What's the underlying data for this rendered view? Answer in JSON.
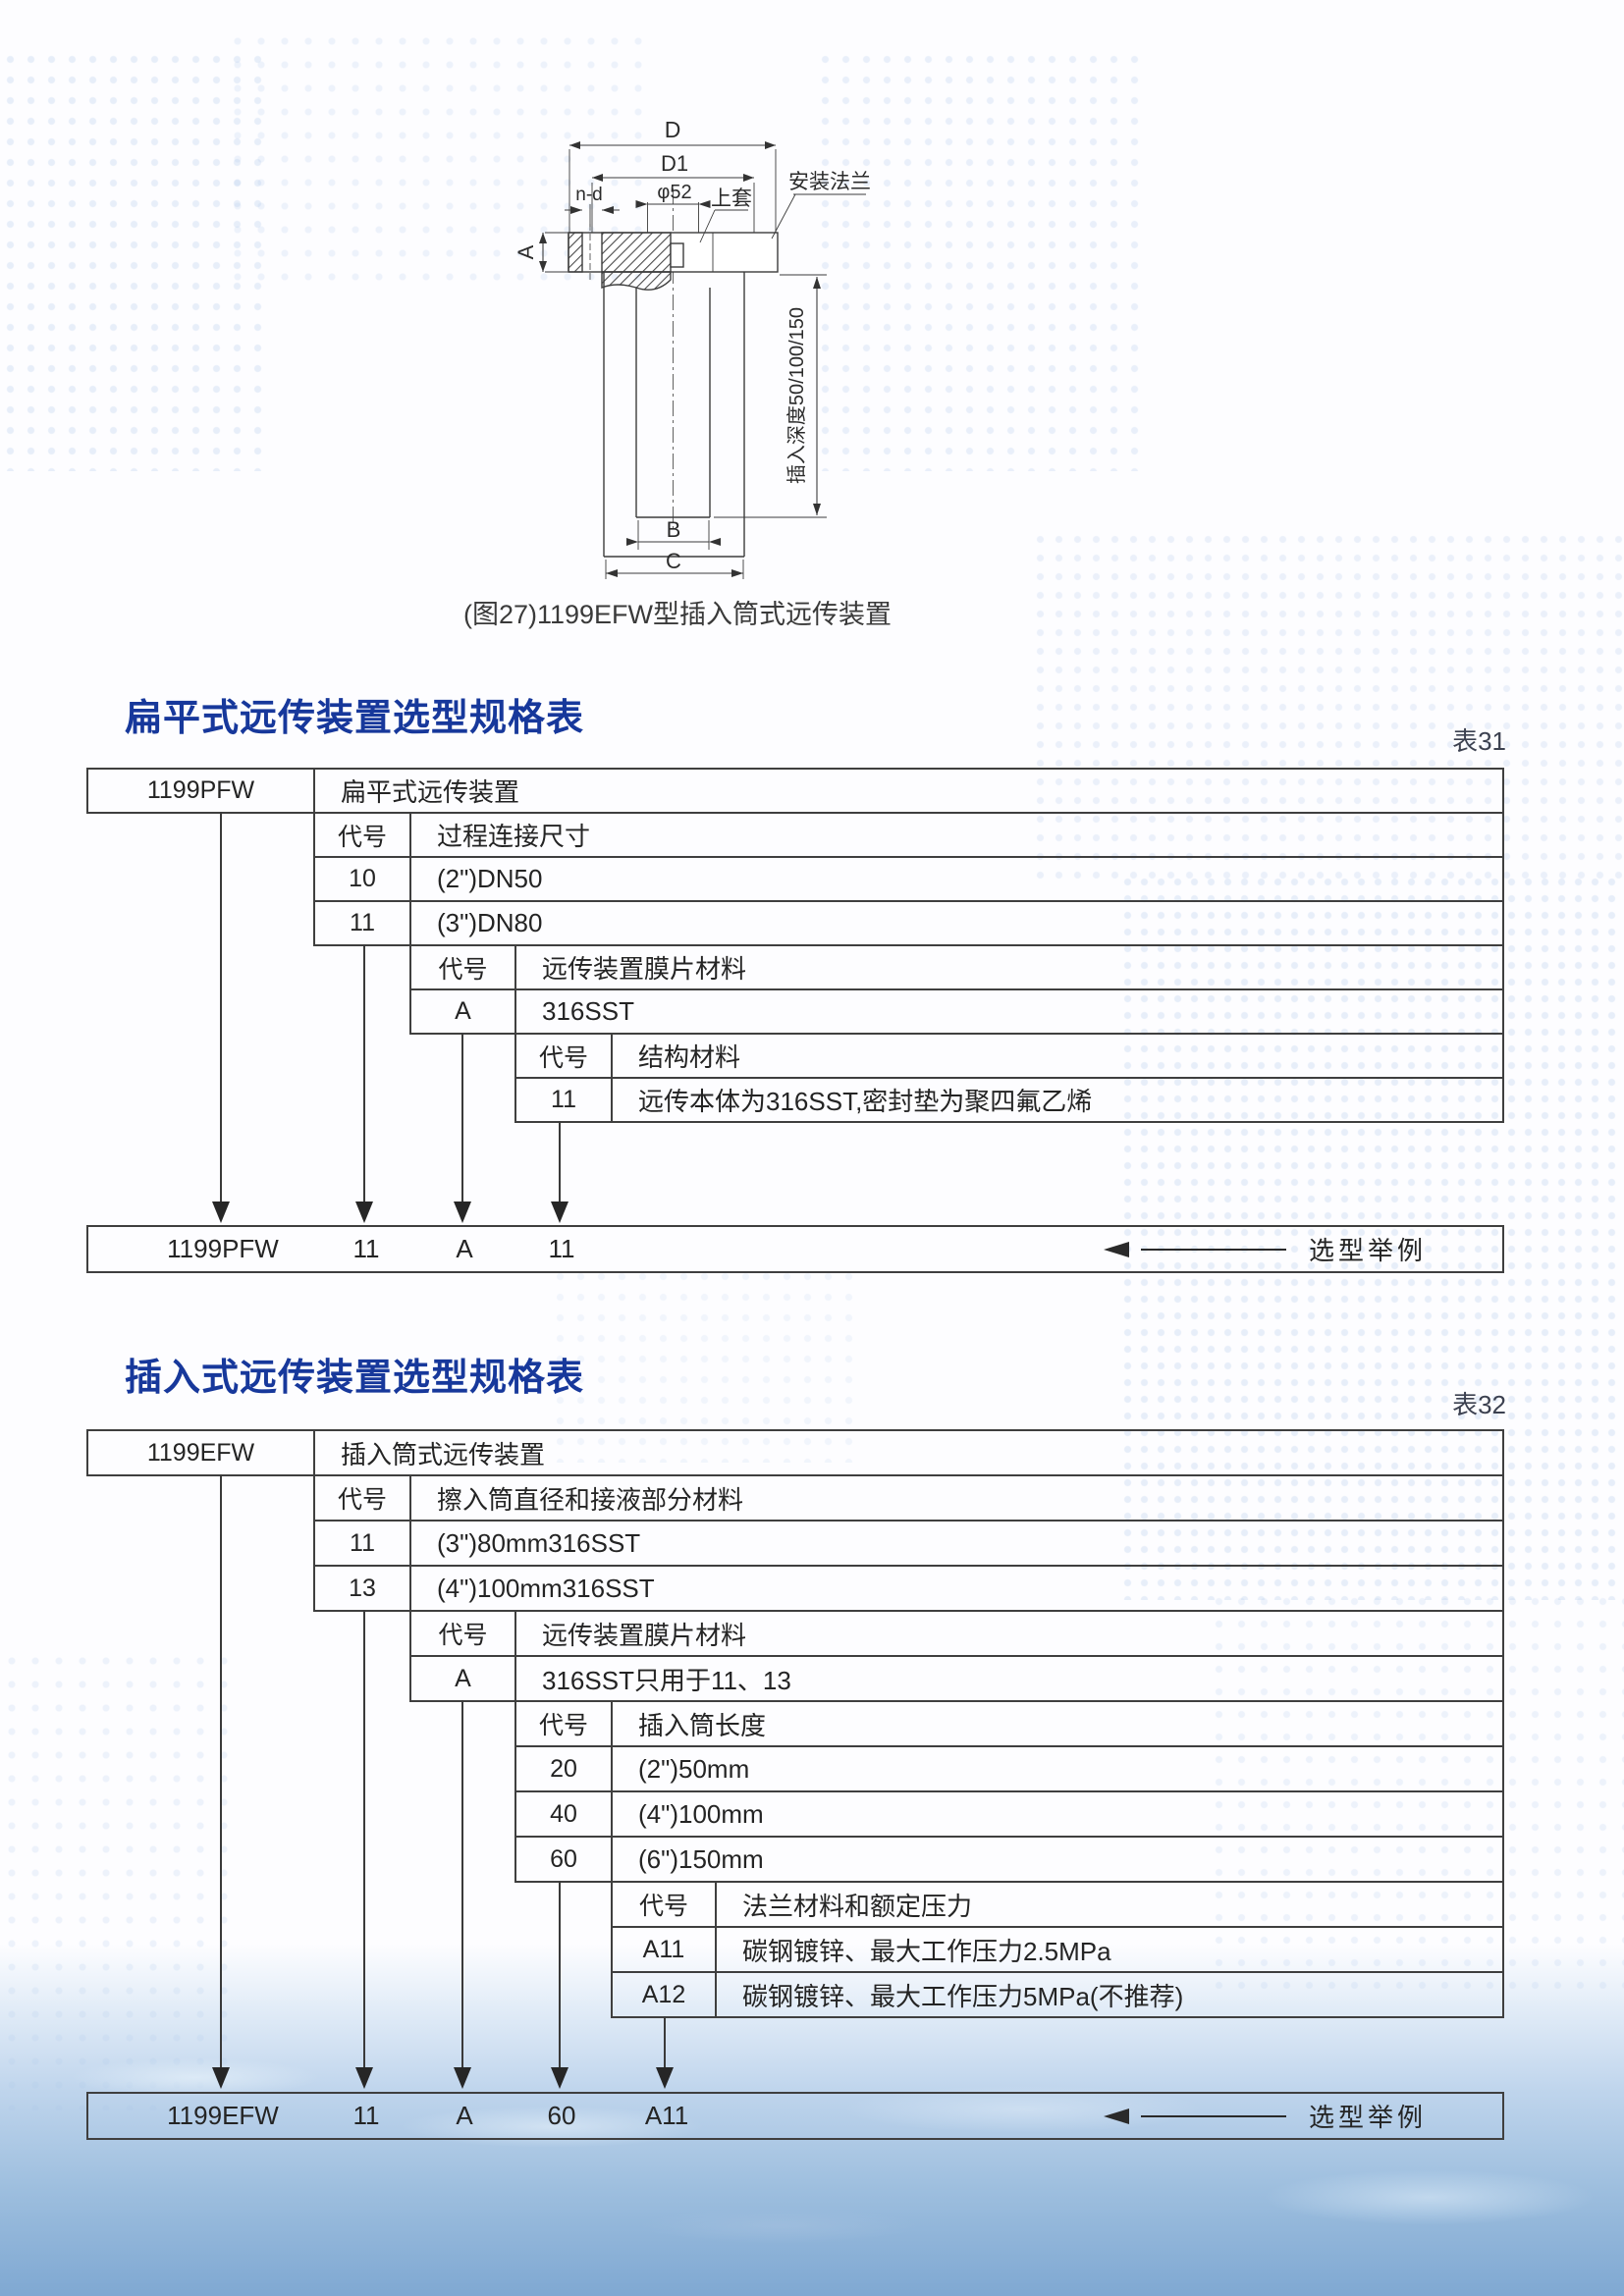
{
  "colors": {
    "title_blue": "#17389b",
    "line": "#3f3f3f",
    "map_blue": "#7fa8d2"
  },
  "figure": {
    "caption": "(图27)1199EFW型插入筒式远传装置",
    "labels": {
      "d": "D",
      "d1": "D1",
      "phi": "φ52",
      "nd": "n-d",
      "a": "A",
      "b": "B",
      "c": "C",
      "upper_sleeve": "上套",
      "mounting_flange": "安装法兰",
      "insert_depth": "插入深度50/100/150"
    }
  },
  "table31": {
    "title": "扁平式远传装置选型规格表",
    "tag": "表31",
    "rows": [
      {
        "code": "1199PFW",
        "desc": "扁平式远传装置"
      },
      {
        "code": "代号",
        "desc": "过程连接尺寸"
      },
      {
        "code": "10",
        "desc": "(2\")DN50"
      },
      {
        "code": "11",
        "desc": "(3\")DN80"
      },
      {
        "code": "代号",
        "desc": "远传装置膜片材料"
      },
      {
        "code": "A",
        "desc": "316SST"
      },
      {
        "code": "代号",
        "desc": "结构材料"
      },
      {
        "code": "11",
        "desc": "远传本体为316SST,密封垫为聚四氟乙烯"
      }
    ],
    "example": {
      "v0": "1199PFW",
      "v1": "11",
      "v2": "A",
      "v3": "11",
      "label": "选型举例"
    }
  },
  "table32": {
    "title": "插入式远传装置选型规格表",
    "tag": "表32",
    "rows": [
      {
        "code": "1199EFW",
        "desc": "插入筒式远传装置"
      },
      {
        "code": "代号",
        "desc": "擦入筒直径和接液部分材料"
      },
      {
        "code": "11",
        "desc": "(3\")80mm316SST"
      },
      {
        "code": "13",
        "desc": "(4\")100mm316SST"
      },
      {
        "code": "代号",
        "desc": "远传装置膜片材料"
      },
      {
        "code": "A",
        "desc": "316SST只用于11、13"
      },
      {
        "code": "代号",
        "desc": "插入筒长度"
      },
      {
        "code": "20",
        "desc": "(2\")50mm"
      },
      {
        "code": "40",
        "desc": "(4\")100mm"
      },
      {
        "code": "60",
        "desc": "(6\")150mm"
      },
      {
        "code": "代号",
        "desc": "法兰材料和额定压力"
      },
      {
        "code": "A11",
        "desc": "碳钢镀锌、最大工作压力2.5MPa"
      },
      {
        "code": "A12",
        "desc": "碳钢镀锌、最大工作压力5MPa(不推荐)"
      }
    ],
    "example": {
      "v0": "1199EFW",
      "v1": "11",
      "v2": "A",
      "v3": "60",
      "v4": "A11",
      "label": "选型举例"
    }
  }
}
